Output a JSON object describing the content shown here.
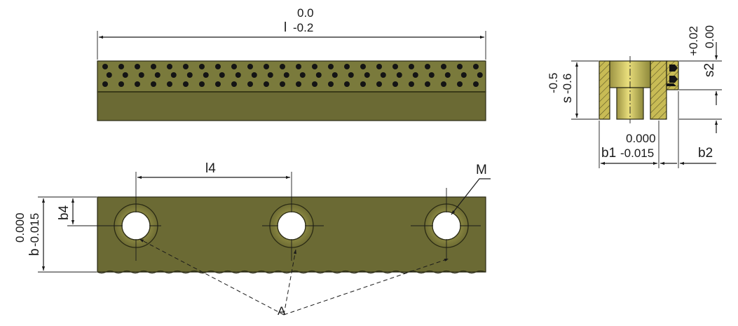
{
  "colors": {
    "bronze_body": "#6b6a34",
    "bronze_top": "#7a7a3c",
    "bronze_light": "#c8bb55",
    "bronze_dark": "#4d4c22",
    "graphite_plug": "#141414",
    "line": "#1a1a1a"
  },
  "top_view": {
    "length_upper_tol": "0.0",
    "length_label": "l",
    "length_lower_tol": "-0.2"
  },
  "bottom_view": {
    "hole_pitch_label": "l4",
    "hole_offset_label": "b4",
    "width_label": "b",
    "width_lower_tol": "-0.015",
    "width_upper_tol": "0.000",
    "thread_label": "M",
    "counterbore_label": "A"
  },
  "section_view": {
    "thickness_upper_tol": "-0.5",
    "thickness_label": "s",
    "thickness_lower_tol": "-0.6",
    "s2_upper_tol": "+0.02",
    "s2_lower_tol": "0.00",
    "s2_label": "s2",
    "b1_label": "b1",
    "b1_upper_tol": "0.000",
    "b1_lower_tol": "-0.015",
    "b2_label": "b2"
  }
}
